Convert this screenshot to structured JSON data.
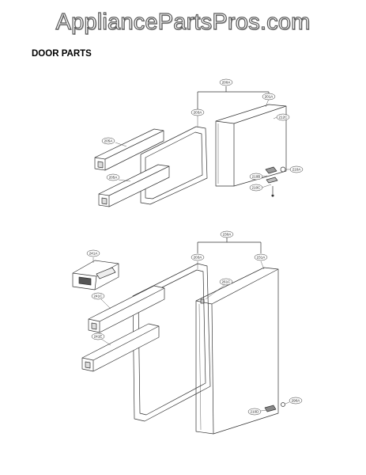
{
  "watermark": "AppliancePartsPros.com",
  "section_title": "DOOR PARTS",
  "callouts": {
    "upper": {
      "door_assembly": "200A",
      "door_panel": "201A",
      "gasket": "203A",
      "basket_top": "205A",
      "basket_bottom": "205A",
      "trim": "212C",
      "hinge_cap": "210A",
      "hinge_part_a": "210B",
      "hinge_part_b": "210C"
    },
    "lower": {
      "door_assembly": "230A",
      "gasket": "203A",
      "door_panel": "231A",
      "dairy_bin": "241A",
      "basket_top": "241C",
      "basket_bottom": "241E",
      "stopper": "261C",
      "hinge_part": "210D",
      "hinge_cap": "290A"
    }
  }
}
